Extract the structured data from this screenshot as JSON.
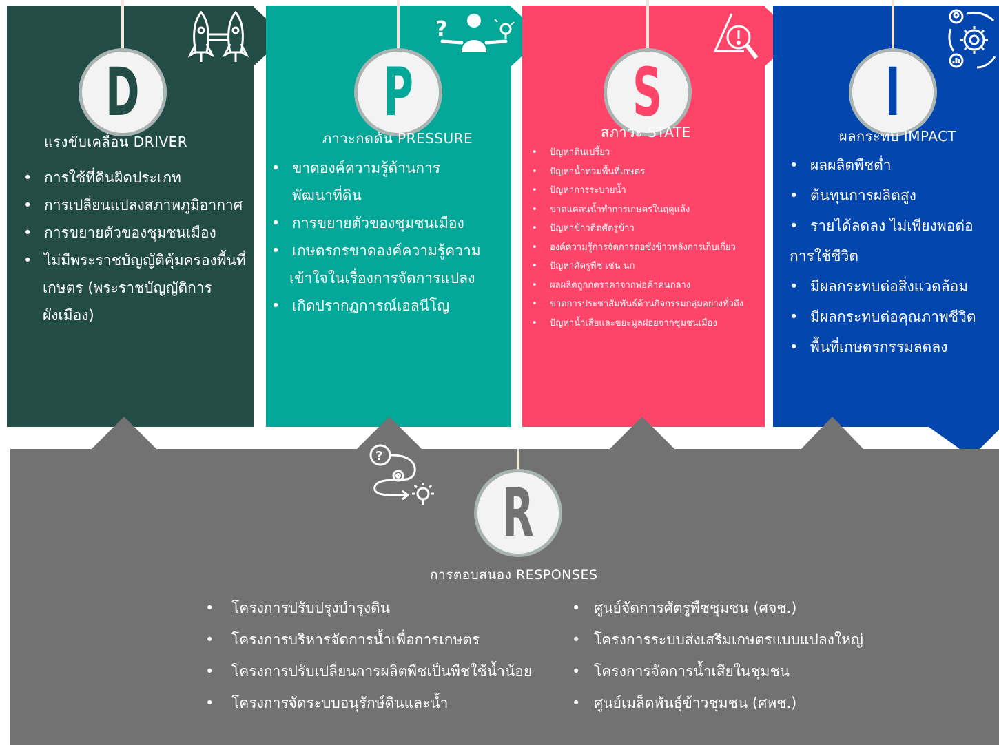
{
  "colors": {
    "driver": "#234c47",
    "pressure": "#03a898",
    "state": "#fe4469",
    "impact": "#0346ae",
    "responses": "#727272"
  },
  "driver": {
    "letter": "D",
    "icon": "rockets-icon",
    "title": "แรงขับเคลื่อน DRIVER",
    "items": [
      "การใช้ที่ดินผิดประเภท",
      "การเปลี่ยนแปลงสภาพภูมิอากาศ",
      "การขยายตัวของชุมชนเมือง",
      "ไม่มีพระราชบัญญัติคุ้มครองพื้นที่",
      "เกษตร (พระราชบัญญัติการ",
      "ผังเมือง)"
    ]
  },
  "pressure": {
    "letter": "P",
    "icon": "person-question-idea-icon",
    "title": "ภาวะกดดัน PRESSURE",
    "items": [
      "ขาดองค์ความรู้ด้านการพัฒนาที่ดิน",
      "การขยายตัวของชุมชนเมือง",
      "เกษตรกรขาดองค์ความรู้ความ",
      "เข้าใจในเรื่องการจัดการแปลง",
      "เกิดปรากฏการณ์เอลนีโญ"
    ]
  },
  "state": {
    "letter": "S",
    "icon": "warning-search-icon",
    "title": "สภาวะ STATE",
    "items": [
      "ปัญหาดินเปรี้ยว",
      "ปัญหาน้ำท่วมพื้นที่เกษตร",
      "ปัญหาการระบายน้ำ",
      "ขาดแคลนน้ำทำการเกษตรในฤดูแล้ง",
      "ปัญหาข้าวดีดศัตรูข้าว",
      "องค์ความรู้การจัดการตอซังข้าวหลังการเก็บเกี่ยว",
      "ปัญหาศัตรูพืช เช่น นก",
      "ผลผลิตถูกกดราคาจากพ่อค้าคนกลาง",
      "ขาดการประชาสัมพันธ์ด้านกิจกรรมกลุ่มอย่างทั่วถึง",
      "ปัญหาน้ำเสียและขยะมูลฝอยจากชุมชนเมือง"
    ]
  },
  "impact": {
    "letter": "I",
    "icon": "gears-cycle-icon",
    "title": "ผลกระทบ IMPACT",
    "items": [
      "ผลผลิตพืชต่ำ",
      "ต้นทุนการผลิตสูง",
      "รายได้ลดลง ไม่เพียงพอต่อ",
      "การใช้ชีวิต",
      "มีผลกระทบต่อสิ่งแวดล้อม",
      "มีผลกระทบต่อคุณภาพชีวิต",
      "พื้นที่เกษตรกรรมลดลง"
    ]
  },
  "responses": {
    "letter": "R",
    "icon": "question-gear-idea-icon",
    "title": "การตอบสนอง RESPONSES",
    "left_items": [
      "โครงการปรับปรุงบำรุงดิน",
      "โครงการบริหารจัดการน้ำเพื่อการเกษตร",
      "โครงการปรับเปลี่ยนการผลิตพืชเป็นพืชใช้น้ำน้อย",
      "โครงการจัดระบบอนุรักษ์ดินและน้ำ"
    ],
    "right_items": [
      "ศูนย์จัดการศัตรูพืชชุมชน (ศจช.)",
      "โครงการระบบส่งเสริมเกษตรแบบแปลงใหญ่",
      "โครงการจัดการน้ำเสียในชุมชน",
      "ศูนย์เมล็ดพันธุ์ข้าวชุมชน (ศพช.)"
    ]
  }
}
